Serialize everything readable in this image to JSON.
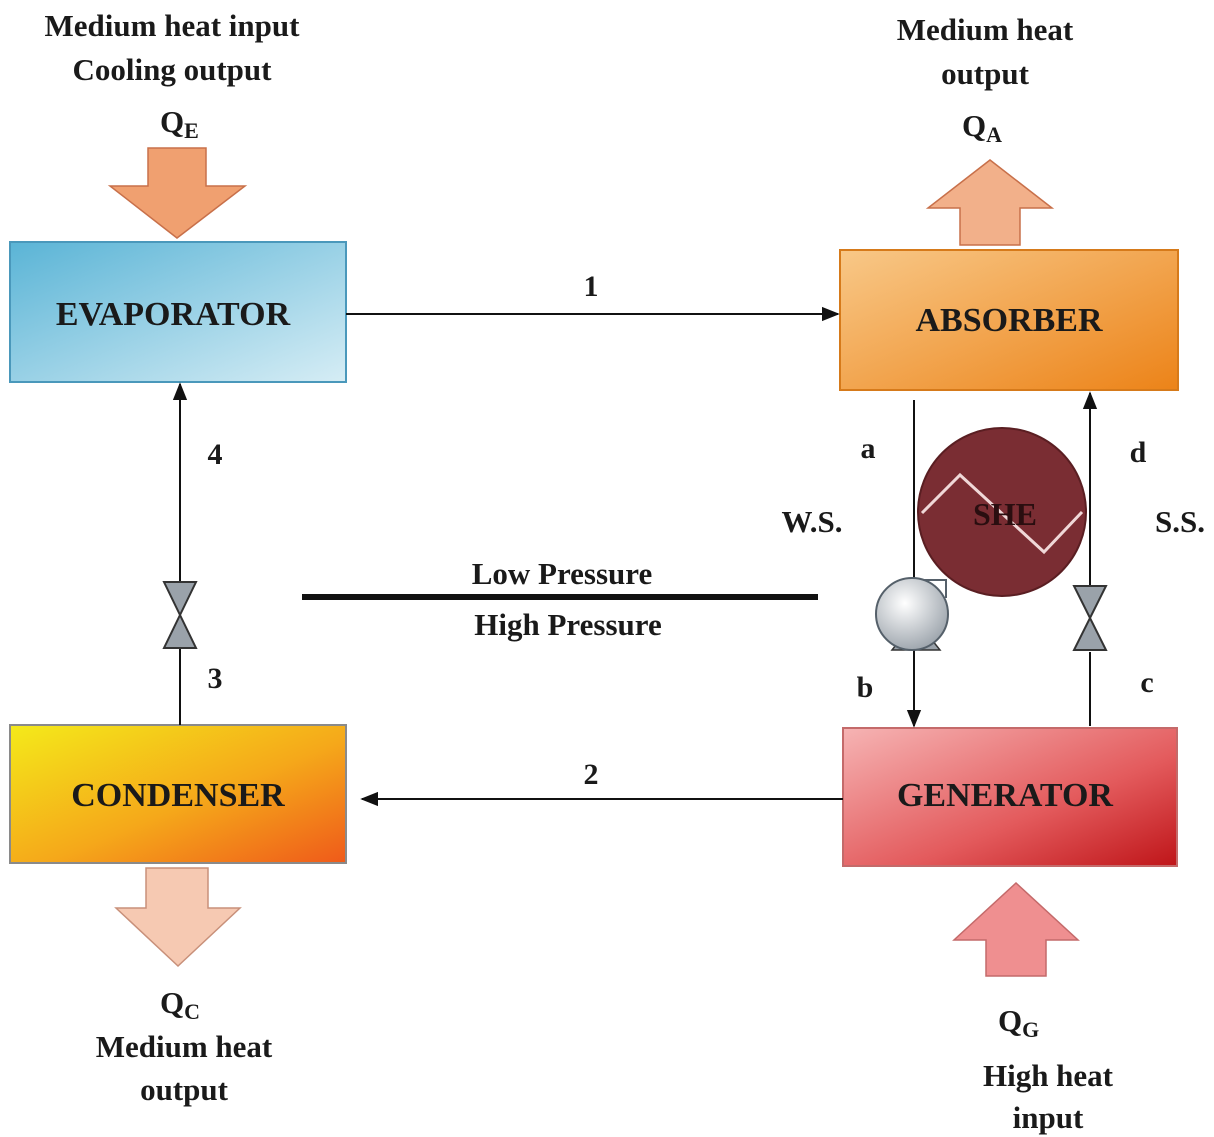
{
  "boxes": {
    "evaporator": "EVAPORATOR",
    "absorber": "ABSORBER",
    "condenser": "CONDENSER",
    "generator": "GENERATOR",
    "she": "SHE"
  },
  "heat": {
    "evaporator": {
      "line1": "Medium heat input",
      "line2": "Cooling output",
      "q_main": "Q",
      "q_sub": "E"
    },
    "absorber": {
      "line1": "Medium heat",
      "line2": "output",
      "q_main": "Q",
      "q_sub": "A"
    },
    "condenser": {
      "q_main": "Q",
      "q_sub": "C",
      "line1": "Medium heat",
      "line2": "output"
    },
    "generator": {
      "q_main": "Q",
      "q_sub": "G",
      "line1": "High heat",
      "line2": "input"
    }
  },
  "streams": {
    "s1": "1",
    "s2": "2",
    "s3": "3",
    "s4": "4",
    "a": "a",
    "b": "b",
    "c": "c",
    "d": "d"
  },
  "solution_labels": {
    "weak": "W.S.",
    "strong": "S.S."
  },
  "pressure": {
    "low": "Low Pressure",
    "high": "High Pressure"
  },
  "colors": {
    "evaporator": [
      "#5ab4d6",
      "#cfe8f2"
    ],
    "absorber": [
      "#f6c073",
      "#ee8a1f"
    ],
    "condenser": [
      "#f5e21a",
      "#f0641a"
    ],
    "generator": [
      "#f4a7a7",
      "#c41a1e"
    ],
    "she": "#7a2d33",
    "arrow_evaporator": "#f0a070",
    "arrow_absorber": "#f2b08a",
    "arrow_condenser": "#f6c9b2",
    "arrow_generator": "#ef8f90"
  }
}
